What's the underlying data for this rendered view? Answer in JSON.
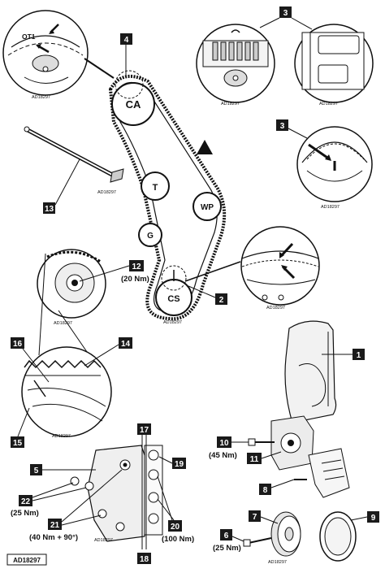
{
  "pulleys": {
    "ca": "CA",
    "t": "T",
    "wp": "WP",
    "g": "G",
    "cs": "CS"
  },
  "timing_mark": "OT1",
  "reference_code": "AD18297",
  "footer_code": "AD18297",
  "callouts": {
    "c1": "1",
    "c2": "2",
    "c3a": "3",
    "c3b": "3",
    "c4": "4",
    "c5": "5",
    "c6": "6",
    "c7": "7",
    "c8": "8",
    "c9": "9",
    "c10": "10",
    "c11": "11",
    "c12": "12",
    "c13": "13",
    "c14": "14",
    "c15": "15",
    "c16": "16",
    "c17": "17",
    "c18": "18",
    "c19": "19",
    "c20": "20",
    "c21": "21",
    "c22": "22"
  },
  "torques": {
    "t12": "(20 Nm)",
    "t10": "(45 Nm)",
    "t22": "(25 Nm)",
    "t21": "(40 Nm + 90°)",
    "t20": "(100 Nm)",
    "t6": "(25 Nm)"
  },
  "warning_icon": "warning-triangle-icon",
  "colors": {
    "ink": "#111111",
    "callout_bg": "#1a1a1a",
    "callout_fg": "#ffffff",
    "paper": "#ffffff"
  }
}
